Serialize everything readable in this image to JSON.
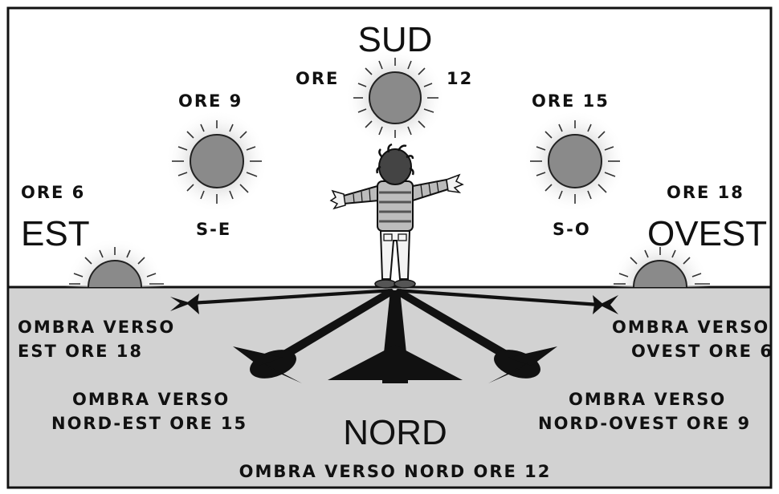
{
  "directions": {
    "south": "SUD",
    "east": "EST",
    "west": "OVEST",
    "north": "NORD"
  },
  "suns": {
    "ore6": "ORE 6",
    "ore9": "ORE 9",
    "ore12_left": "ORE",
    "ore12_right": "12",
    "ore15": "ORE 15",
    "ore18": "ORE 18",
    "se": "S-E",
    "so": "S-O"
  },
  "shadows": {
    "east_18_line1": "OMBRA VERSO",
    "east_18_line2": "EST ORE 18",
    "west_6_line1": "OMBRA VERSO",
    "west_6_line2": "OVEST ORE 6",
    "ne_15_line1": "OMBRA VERSO",
    "ne_15_line2": "NORD-EST ORE 15",
    "nw_9_line1": "OMBRA VERSO",
    "nw_9_line2": "NORD-OVEST ORE 9",
    "north_12": "OMBRA VERSO NORD ORE 12"
  },
  "colors": {
    "ground": "#d2d2d2",
    "sun_fill": "#8a8a8a",
    "shadow": "#111111",
    "frame": "#111111"
  }
}
